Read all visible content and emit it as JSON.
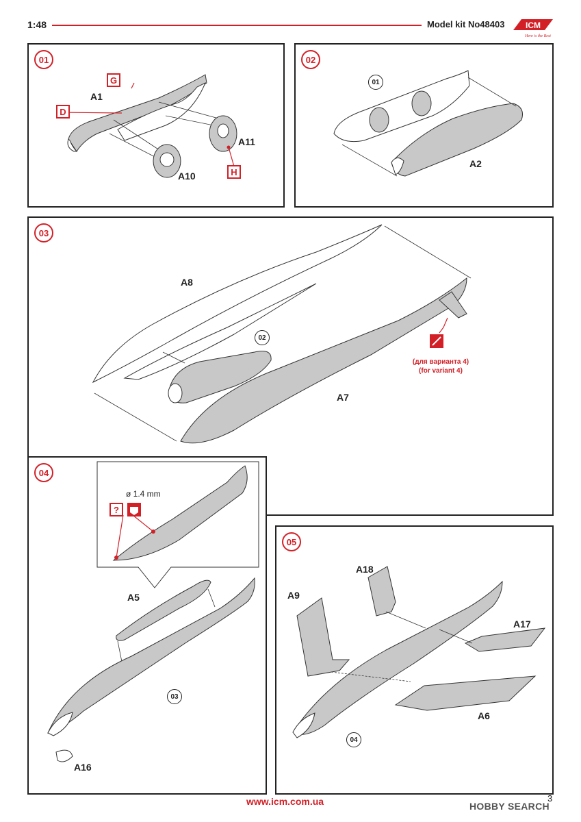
{
  "header": {
    "scale": "1:48",
    "kit": "Model kit No48403"
  },
  "logo": {
    "text": "ICM",
    "tagline": "Here is the Best"
  },
  "colors": {
    "accent": "#d32027",
    "part": "#c8c8c8",
    "ink": "#222222"
  },
  "steps": [
    {
      "num": "01",
      "labels": {
        "a1": "A1",
        "a10": "A10",
        "a11": "A11"
      },
      "codes": {
        "g": "G",
        "d": "D",
        "h": "H"
      }
    },
    {
      "num": "02",
      "labels": {
        "a2": "A2"
      },
      "ref": "01"
    },
    {
      "num": "03",
      "labels": {
        "a8": "A8",
        "a7": "A7"
      },
      "ref": "02",
      "note": "(для варианта 4)\n(for variant 4)"
    },
    {
      "num": "04",
      "labels": {
        "a5": "A5",
        "a16": "A16"
      },
      "ref": "03",
      "drill": "ø 1.4 mm",
      "question": "?"
    },
    {
      "num": "05",
      "labels": {
        "a18": "A18",
        "a9": "A9",
        "a17": "A17",
        "a6": "A6"
      },
      "ref": "04"
    }
  ],
  "footer": {
    "url": "www.icm.com.ua",
    "page": "3",
    "watermark": "HOBBY SEARCH"
  }
}
